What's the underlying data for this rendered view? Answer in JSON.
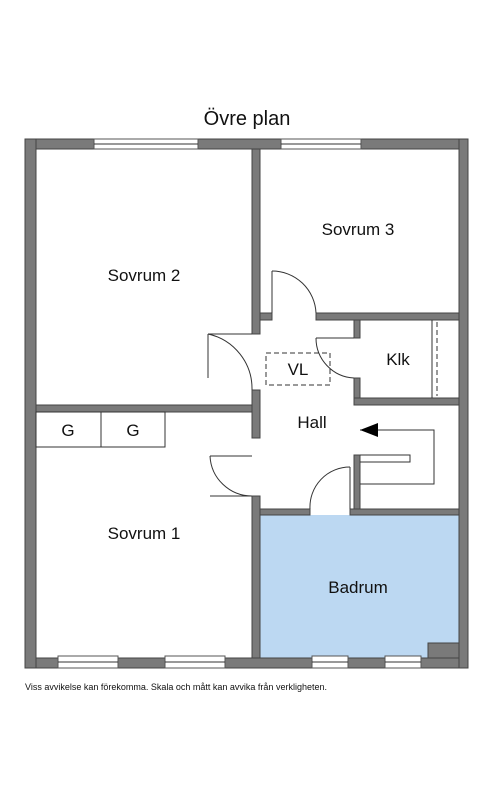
{
  "title": "Övre plan",
  "rooms": {
    "sovrum2": "Sovrum 2",
    "sovrum3": "Sovrum 3",
    "sovrum1": "Sovrum 1",
    "hall": "Hall",
    "klk": "Klk",
    "vl": "VL",
    "badrum": "Badrum",
    "g_left": "G",
    "g_right": "G"
  },
  "disclaimer": "Viss avvikelse kan förekomma. Skala och mått kan avvika från verkligheten.",
  "colors": {
    "wall": "#7a7a7a",
    "bathroom": "#bcd8f2",
    "background": "#ffffff"
  }
}
